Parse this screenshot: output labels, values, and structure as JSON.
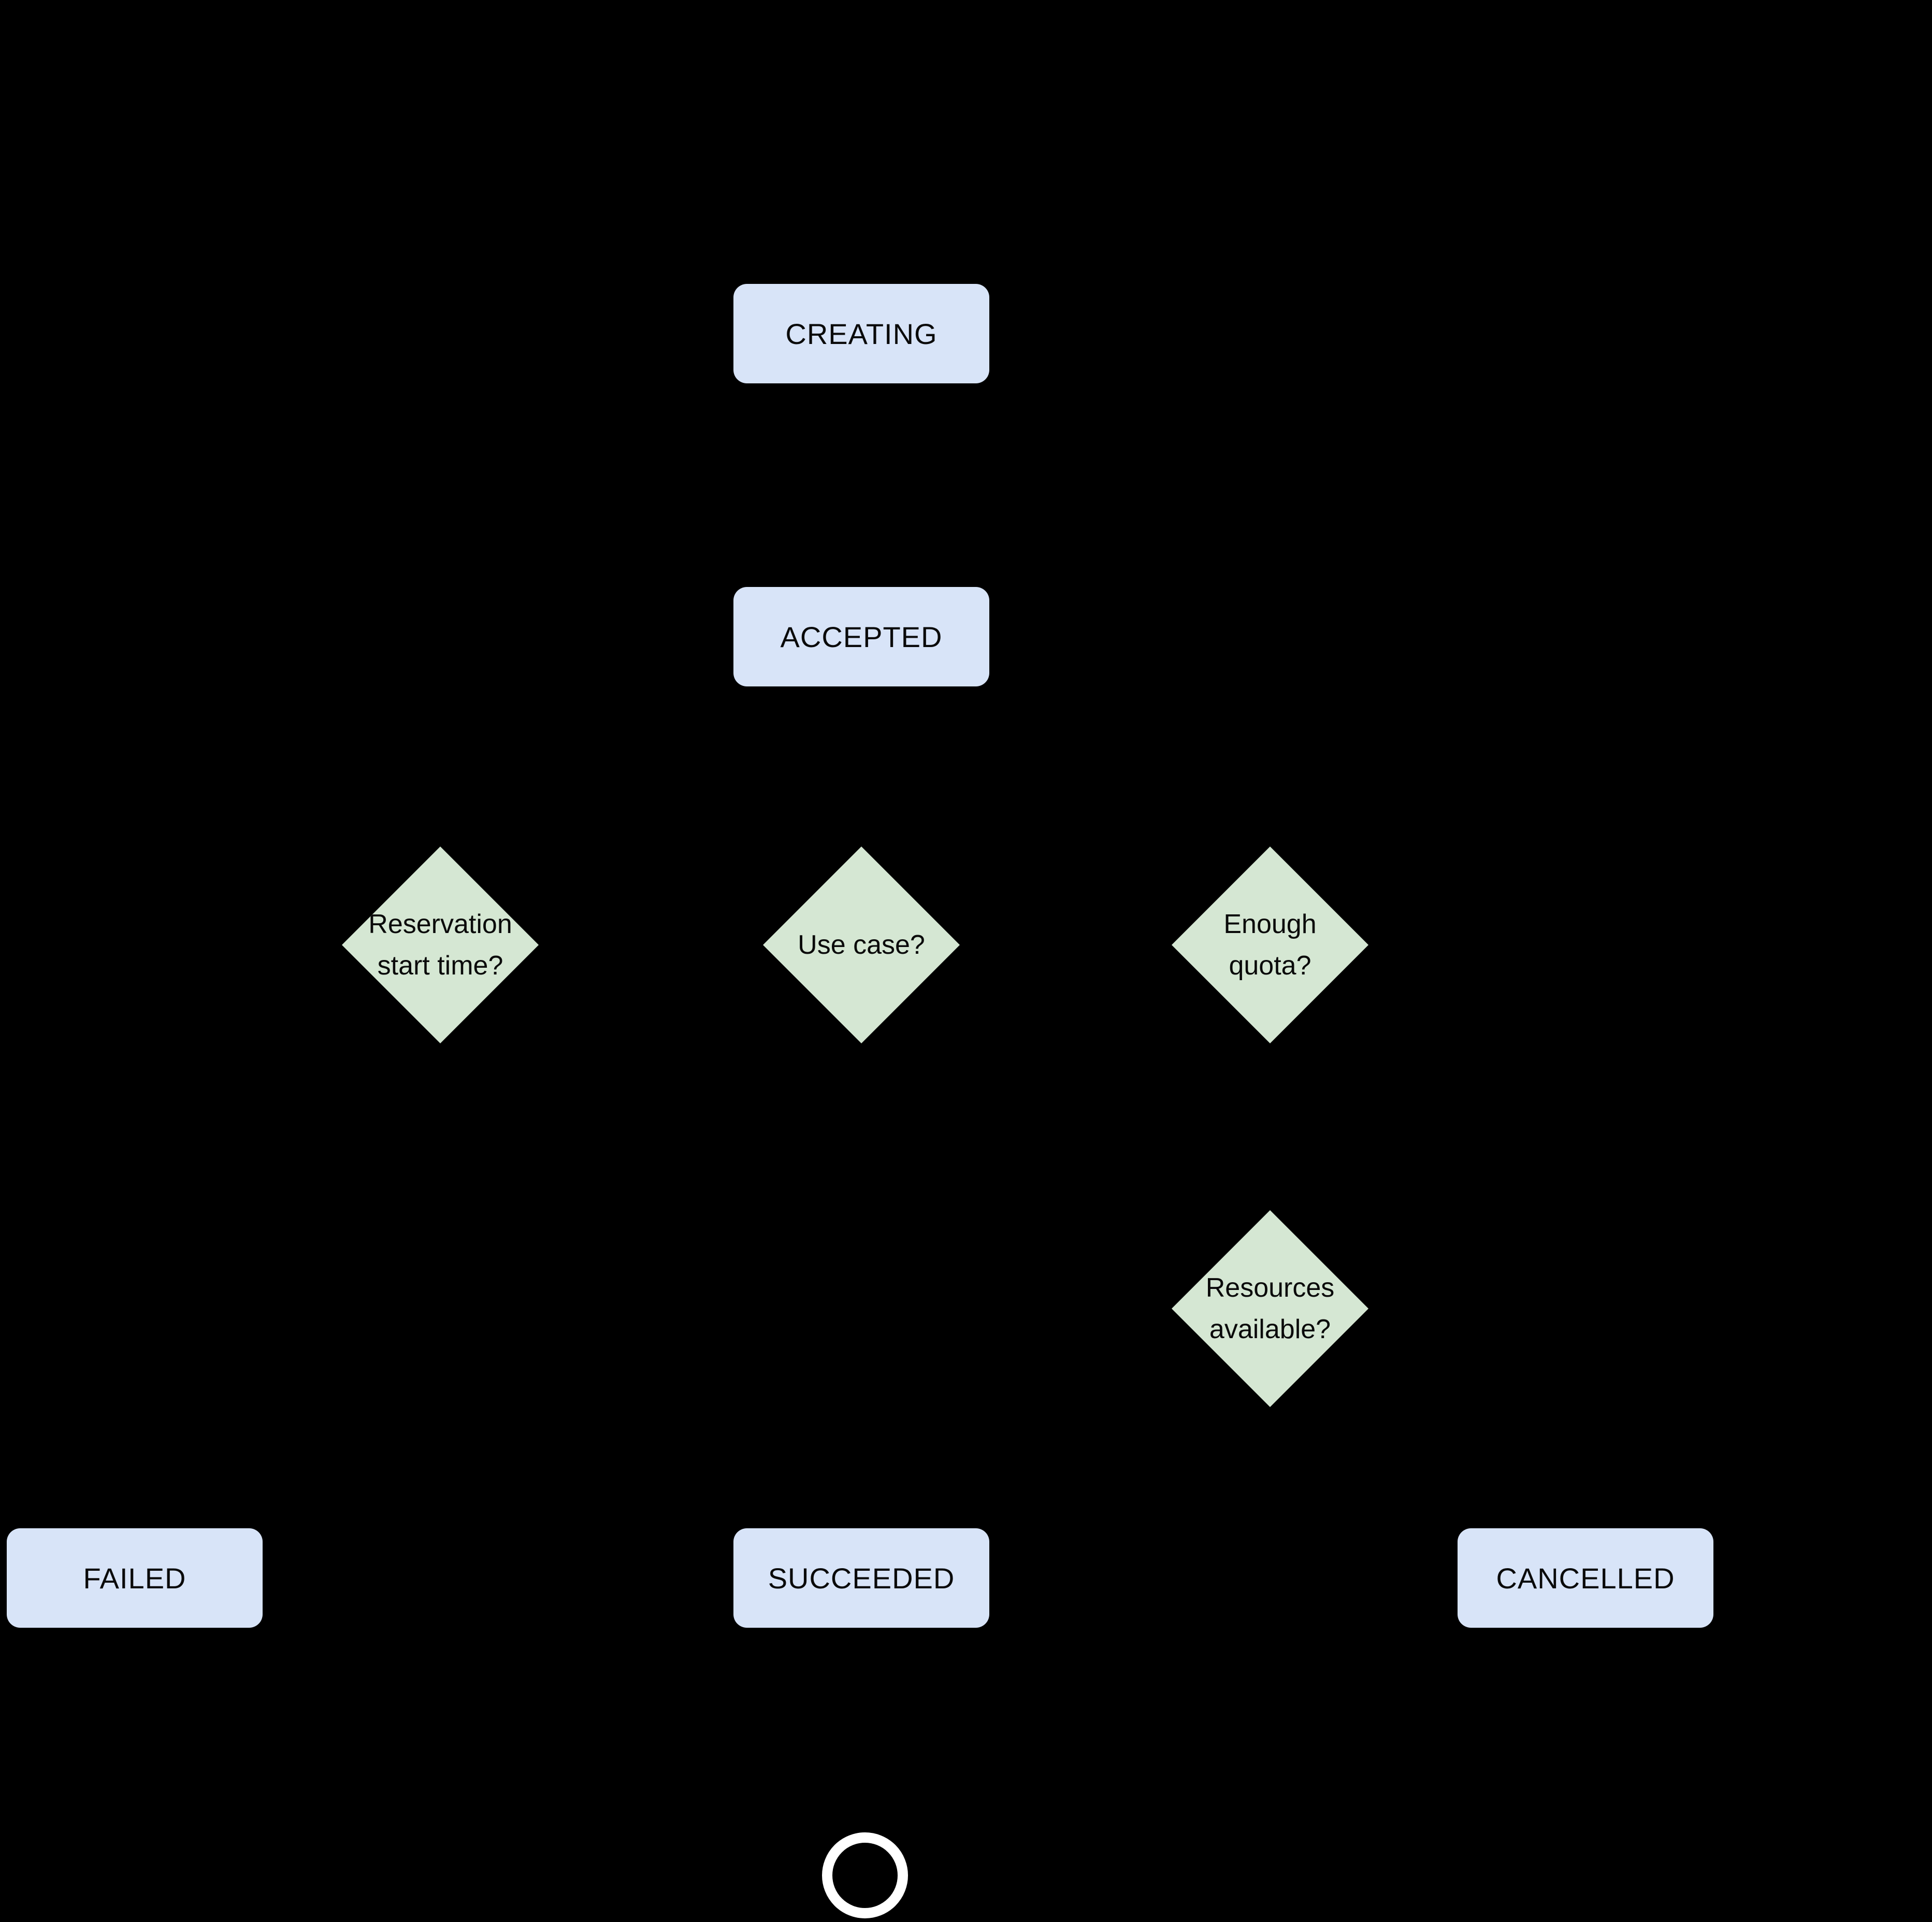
{
  "diagram": {
    "type": "state-flowchart",
    "colors": {
      "background": "#000000",
      "state_fill": "#d8e4f8",
      "decision_fill": "#d5e7d3",
      "label": "#0a0a0a",
      "final_ring": "#ffffff"
    },
    "states": {
      "creating": {
        "label": "CREATING"
      },
      "accepted": {
        "label": "ACCEPTED"
      },
      "failed": {
        "label": "FAILED"
      },
      "succeeded": {
        "label": "SUCCEEDED"
      },
      "cancelled": {
        "label": "CANCELLED"
      }
    },
    "decisions": {
      "reservation_start_time": {
        "label": "Reservation\nstart time?"
      },
      "use_case": {
        "label": "Use case?"
      },
      "enough_quota": {
        "label": "Enough\nquota?"
      },
      "resources_available": {
        "label": "Resources\navailable?"
      }
    },
    "final_state": {
      "icon": "final-state-ring"
    }
  }
}
